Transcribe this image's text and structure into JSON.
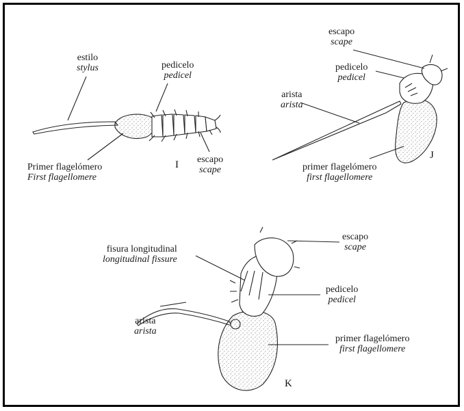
{
  "figures": {
    "I": {
      "letter": "I",
      "labels": {
        "stylus": {
          "es": "estilo",
          "en": "stylus"
        },
        "pedicel": {
          "es": "pedicelo",
          "en": "pedicel"
        },
        "flagellomere": {
          "es": "Primer flagelómero",
          "en": "First flagellomere"
        },
        "scape": {
          "es": "escapo",
          "en": "scape"
        }
      }
    },
    "J": {
      "letter": "J",
      "labels": {
        "scape": {
          "es": "escapo",
          "en": "scape"
        },
        "pedicel": {
          "es": "pedicelo",
          "en": "pedicel"
        },
        "arista": {
          "es": "arista",
          "en": "arista"
        },
        "flagellomere": {
          "es": "primer flagelómero",
          "en": "first flagellomere"
        }
      }
    },
    "K": {
      "letter": "K",
      "labels": {
        "fissure": {
          "es": "fisura longitudinal",
          "en": "longitudinal fissure"
        },
        "scape": {
          "es": "escapo",
          "en": "scape"
        },
        "pedicel": {
          "es": "pedicelo",
          "en": "pedicel"
        },
        "arista": {
          "es": "arista",
          "en": "arista"
        },
        "flagellomere": {
          "es": "primer flagelómero",
          "en": "first flagellomere"
        }
      }
    }
  }
}
